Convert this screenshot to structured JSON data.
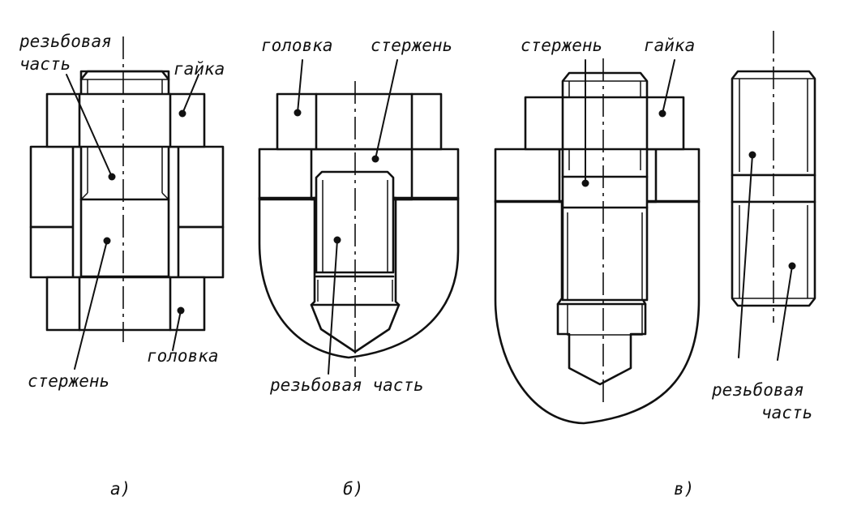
{
  "labels": {
    "a_threaded_part_1": "резьбовая",
    "a_threaded_part_2": "часть",
    "a_nut": "гайка",
    "a_head": "головка",
    "a_shank": "стержень",
    "b_head": "головка",
    "b_shank": "стержень",
    "b_threaded_part": "резьбовая часть",
    "c_shank": "стержень",
    "c_nut": "гайка",
    "d_threaded_part_1": "резьбовая",
    "d_threaded_part_2": "часть"
  },
  "captions": {
    "a": "а)",
    "b": "б)",
    "c": "в)"
  },
  "colors": {
    "ink": "#111111",
    "paper": "#ffffff"
  }
}
